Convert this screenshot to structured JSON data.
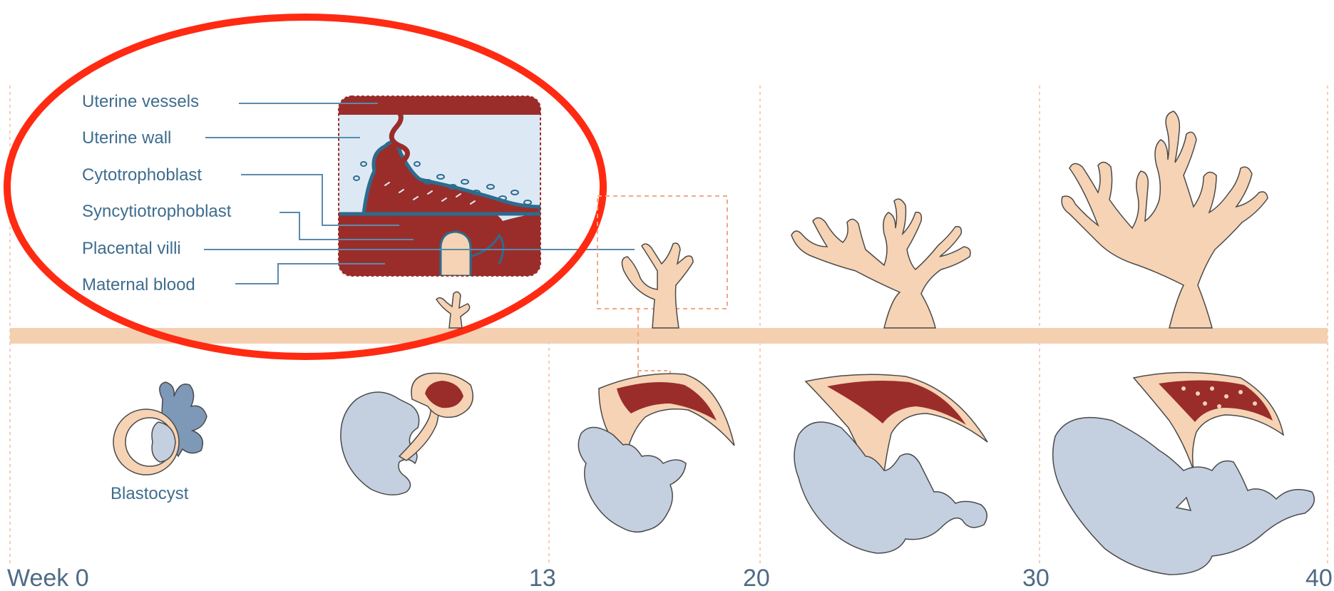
{
  "inset": {
    "labels": [
      "Uterine vessels",
      "Uterine wall",
      "Cytotrophoblast",
      "Syncytiotrophoblast",
      "Placental villi",
      "Maternal blood"
    ]
  },
  "stage_labels": {
    "blastocyst": "Blastocyst"
  },
  "timeline": {
    "ticks": [
      "Week 0",
      "13",
      "20",
      "30",
      "40"
    ]
  },
  "colors": {
    "villi": "#f6d3b4",
    "band": "#f4cfb0",
    "maternal": "#9a2d2a",
    "wall_bg": "#dce9f5",
    "trophoblast": "#2c6c8e",
    "fetus": "#c4d0e0",
    "outline": "#4a4a4a",
    "label_text": "#3e6d8e",
    "leader": "#5a8bab",
    "guide": "#f0a987",
    "highlight_ellipse": "#ff2a12",
    "tick_text": "#4e6a86"
  }
}
